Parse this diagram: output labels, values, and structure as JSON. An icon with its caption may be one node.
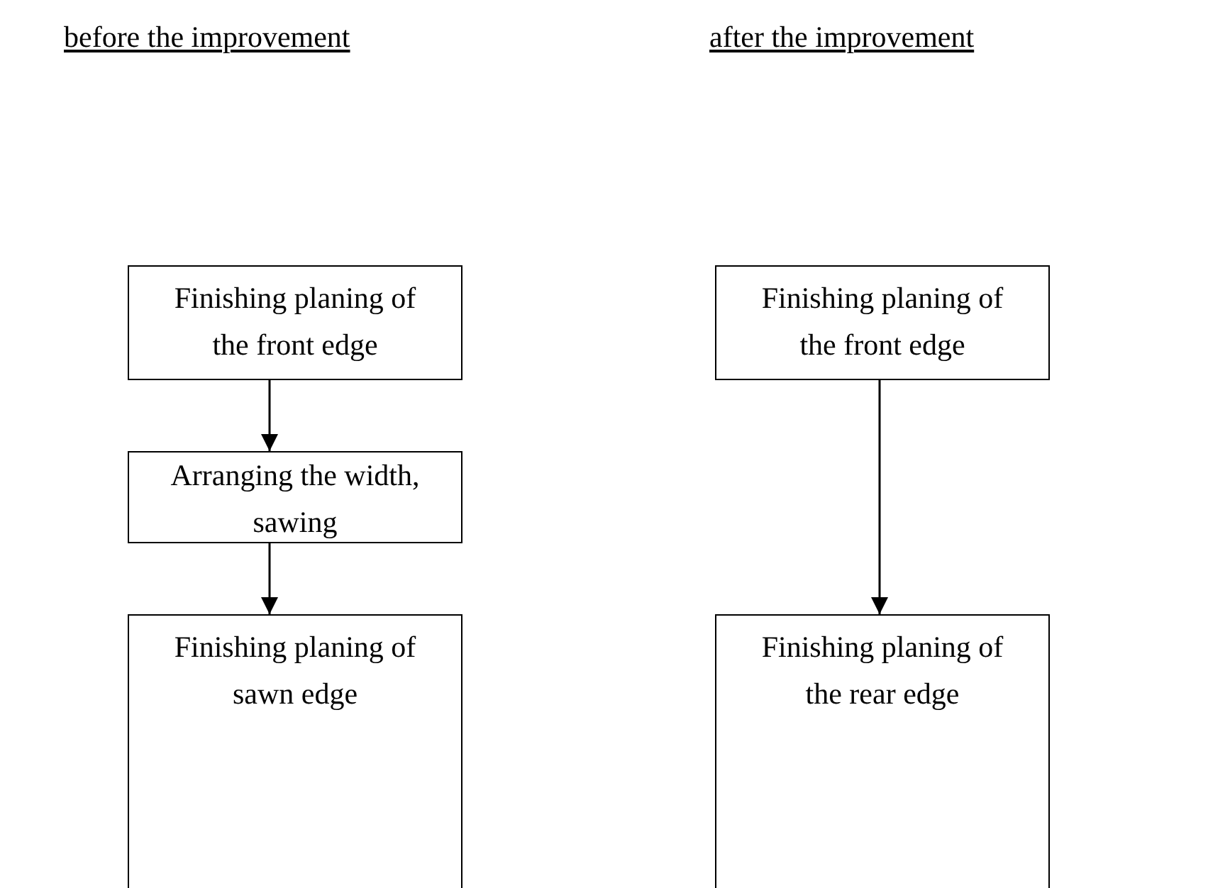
{
  "diagram": {
    "nodes": [
      {
        "text": [
          "Finishing planing of the front edge"
        ]
      },
      {
        "text": [
          "Arranging the width, sawing"
        ]
      },
      {
        "text": [
          "Finishing planing of sawn edge"
        ]
      },
      {
        "text": [
          "Finishing planing of the front edge"
        ]
      },
      {
        "text": [
          "Finishing planing of the rear edge"
        ]
      }
    ],
    "edges": [
      {
        "from": 0,
        "to": 1,
        "arrow": "to"
      },
      {
        "from": 1,
        "to": 2,
        "arrow": "to"
      },
      {
        "from": 3,
        "to": 4,
        "arrow": "to"
      }
    ],
    "labels": [
      "before the improvement",
      "after the improvement"
    ]
  }
}
